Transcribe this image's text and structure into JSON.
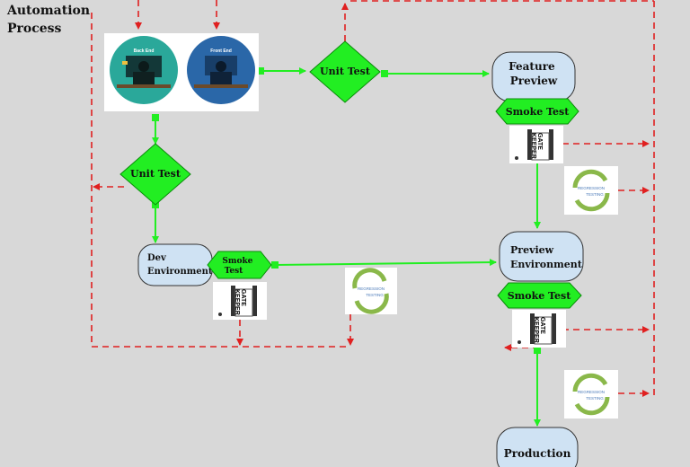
{
  "title": [
    "Automation",
    "Process"
  ],
  "images": {
    "back_end": "Back End",
    "front_end": "Front End"
  },
  "nodes": {
    "unit_test_top": "Unit Test",
    "unit_test_left": "Unit Test",
    "feature_preview": [
      "Feature",
      "Preview"
    ],
    "dev_environment": [
      "Dev",
      "Environment"
    ],
    "preview_environment": [
      "Preview",
      "Environment"
    ],
    "production": "Production",
    "smoke_test_feature": "Smoke Test",
    "smoke_test_dev": [
      "Smoke",
      "Test"
    ],
    "smoke_test_preview": "Smoke Test"
  },
  "gatekeeper_label": [
    "GATE",
    "KEEPER"
  ],
  "regression_label": [
    "REGRESSION",
    "TESTING"
  ],
  "colors": {
    "background": "#d8d8d8",
    "flow_green": "#22ee22",
    "feedback_red": "#e02020",
    "box_fill": "#cfe2f3",
    "diamond_fill": "#22ee22"
  }
}
